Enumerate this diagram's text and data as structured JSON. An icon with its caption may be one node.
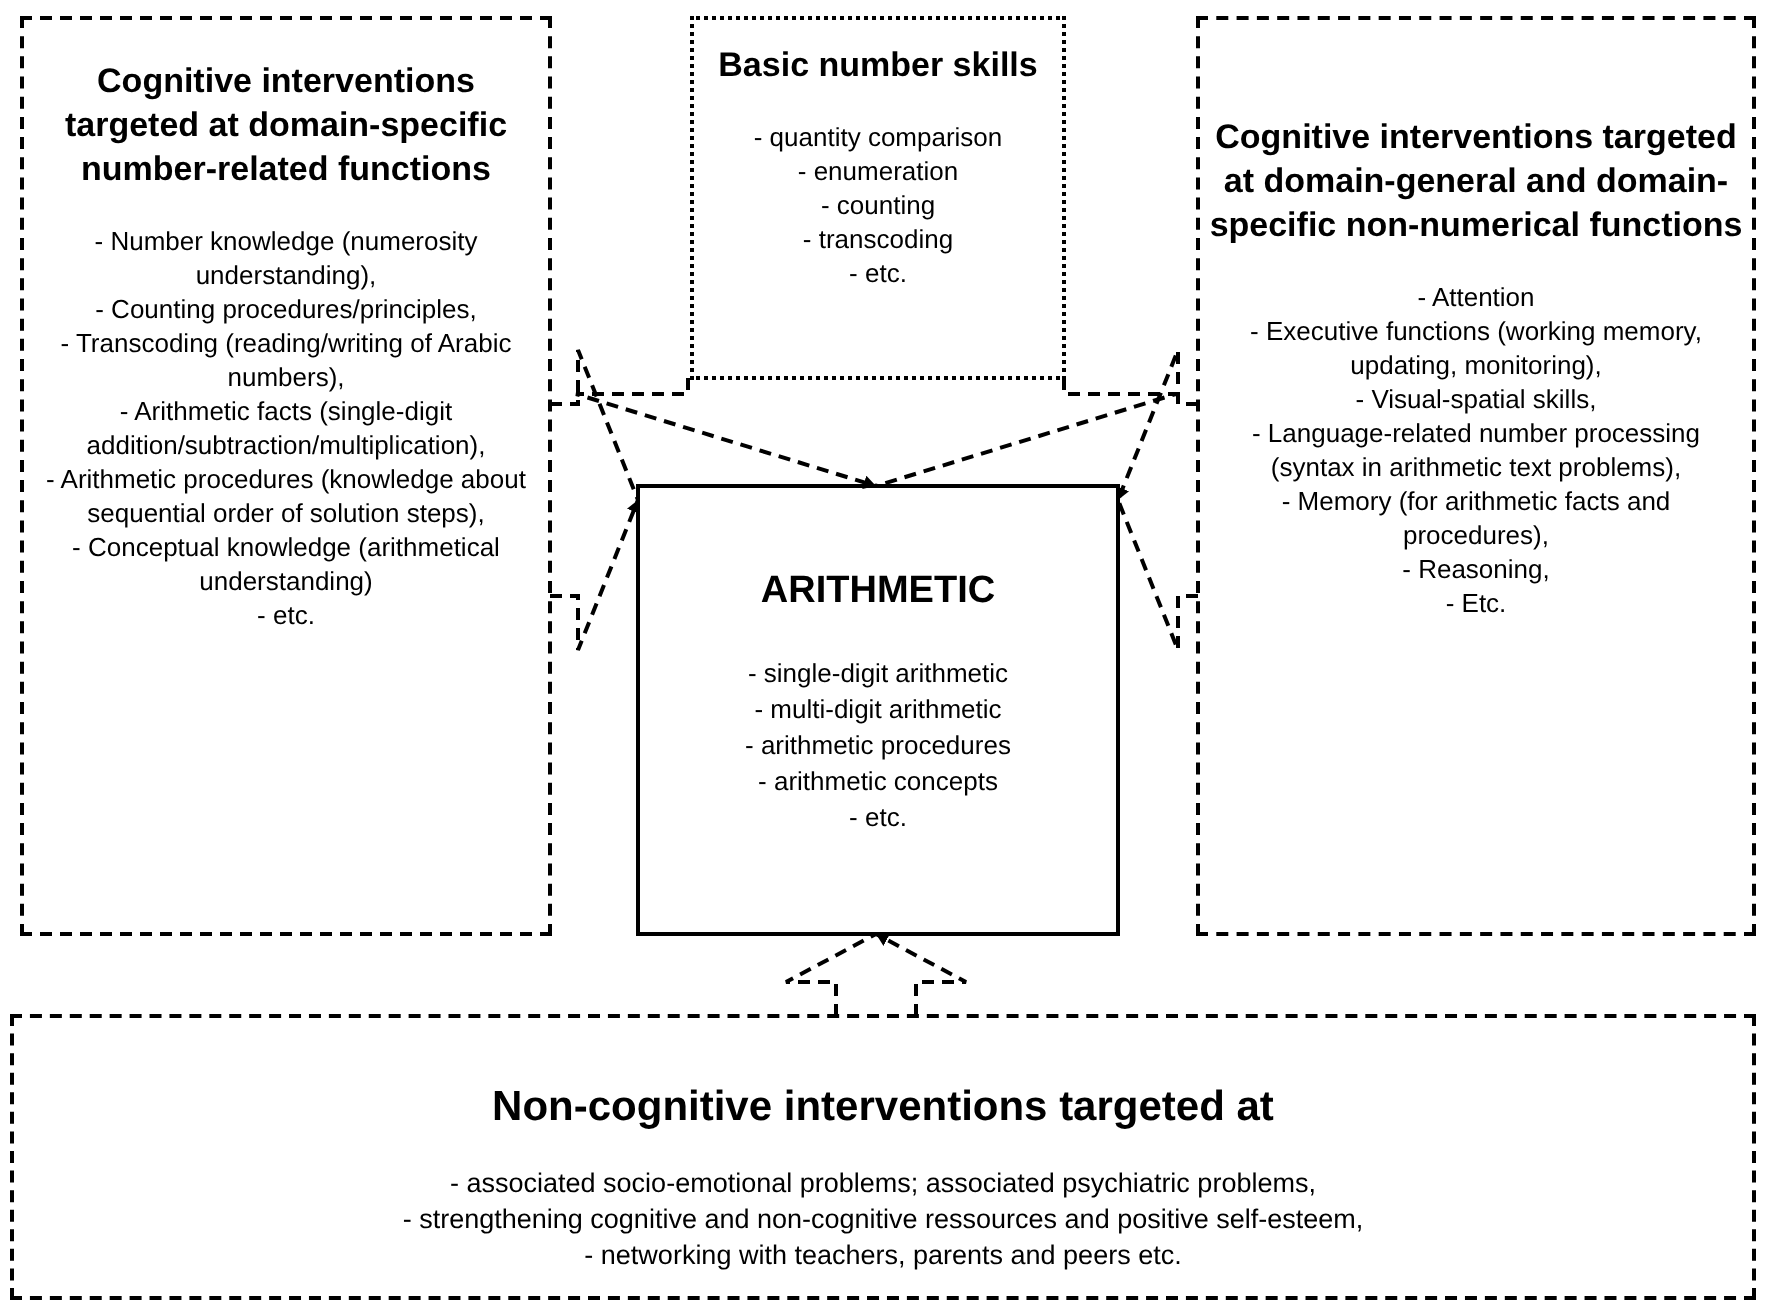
{
  "diagram": {
    "nodes": [
      {
        "text": [
          "Cognitive interventions targeted at domain-specific number-related functions",
          "- Number knowledge (numerosity understanding),",
          "- Counting procedures/principles,",
          "- Transcoding (reading/writing of Arabic numbers),",
          "- Arithmetic facts (single-digit addition/subtraction/multiplication),",
          "- Arithmetic procedures (knowledge about sequential order of solution steps),",
          "- Conceptual knowledge (arithmetical understanding)",
          "- etc."
        ]
      },
      {
        "text": [
          "Basic number skills",
          "- quantity comparison",
          "- enumeration",
          "- counting",
          "- transcoding",
          "- etc."
        ]
      },
      {
        "text": [
          "Cognitive interventions targeted at domain-general and domain-specific non-numerical functions",
          "- Attention",
          "- Executive functions (working memory, updating, monitoring),",
          "- Visual-spatial skills,",
          "- Language-related number processing (syntax in arithmetic text problems),",
          "- Memory (for arithmetic facts and procedures),",
          "- Reasoning,",
          "- Etc."
        ]
      },
      {
        "text": [
          "ARITHMETIC",
          "- single-digit arithmetic",
          "- multi-digit arithmetic",
          "- arithmetic procedures",
          "- arithmetic concepts",
          "- etc."
        ]
      },
      {
        "text": [
          "Non-cognitive interventions targeted at",
          "-  associated socio-emotional problems; associated psychiatric problems,",
          "- strengthening cognitive and non-cognitive ressources and positive self-esteem,",
          "- networking with teachers, parents and peers etc."
        ]
      }
    ],
    "edges": [
      {
        "from": 0,
        "to": 3,
        "arrow": "to",
        "style": "dashed"
      },
      {
        "from": 1,
        "to": 3,
        "arrow": "to",
        "style": "dashed"
      },
      {
        "from": 2,
        "to": 3,
        "arrow": "to",
        "style": "dashed"
      },
      {
        "from": 4,
        "to": 3,
        "arrow": "to",
        "style": "dashed"
      }
    ]
  }
}
